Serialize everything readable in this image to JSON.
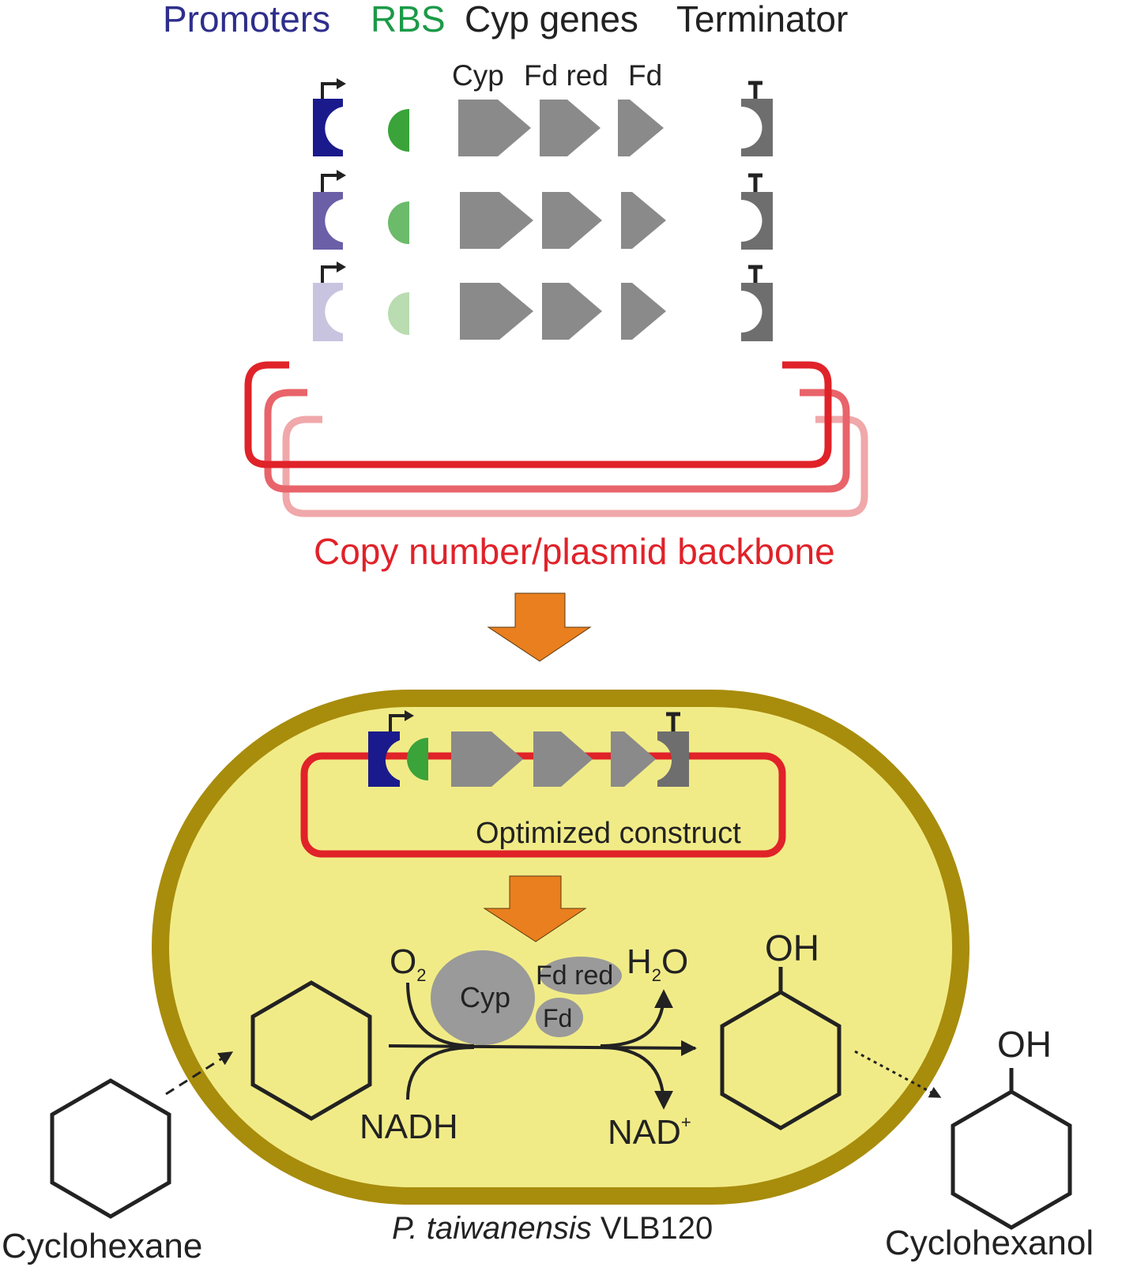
{
  "legend": {
    "promoters": "Promoters",
    "rbs": "RBS",
    "cyp_genes": "Cyp genes",
    "terminator": "Terminator"
  },
  "gene_labels": {
    "cyp": "Cyp",
    "fd_red": "Fd red",
    "fd": "Fd"
  },
  "backbone_label": "Copy number/plasmid backbone",
  "construct_label": "Optimized construct",
  "reaction": {
    "o2": "O",
    "o2_sub": "2",
    "enzyme_cyp": "Cyp",
    "enzyme_fd_red": "Fd red",
    "enzyme_fd": "Fd",
    "h2o_h": "H",
    "h2o_sub": "2",
    "h2o_o": "O",
    "oh_inside": "OH",
    "nadh": "NADH",
    "nad": "NAD",
    "nad_sup": "+"
  },
  "outside": {
    "substrate": "Cyclohexane",
    "product": "Cyclohexanol",
    "product_oh": "OH"
  },
  "organism": {
    "species": "P. taiwanensis",
    "strain": "VLB120"
  },
  "colors": {
    "promoter_strong": "#1a1a8c",
    "promoter_medium": "#6b5fa8",
    "promoter_weak": "#c8c4e0",
    "rbs_strong": "#3aa33a",
    "rbs_medium": "#6bbb6b",
    "rbs_weak": "#b9dcb0",
    "gene_gray": "#8a8a8a",
    "terminator_gray": "#6e6e6e",
    "backbone_1": "#e02229",
    "backbone_2": "#e8646a",
    "backbone_3": "#f0a8aa",
    "arrow_orange": "#e97f1e",
    "cell_fill": "#f1eb87",
    "cell_border": "#a88c0c",
    "legend_promoter_text": "#2e2e8c",
    "legend_rbs_text": "#1b9a47"
  }
}
